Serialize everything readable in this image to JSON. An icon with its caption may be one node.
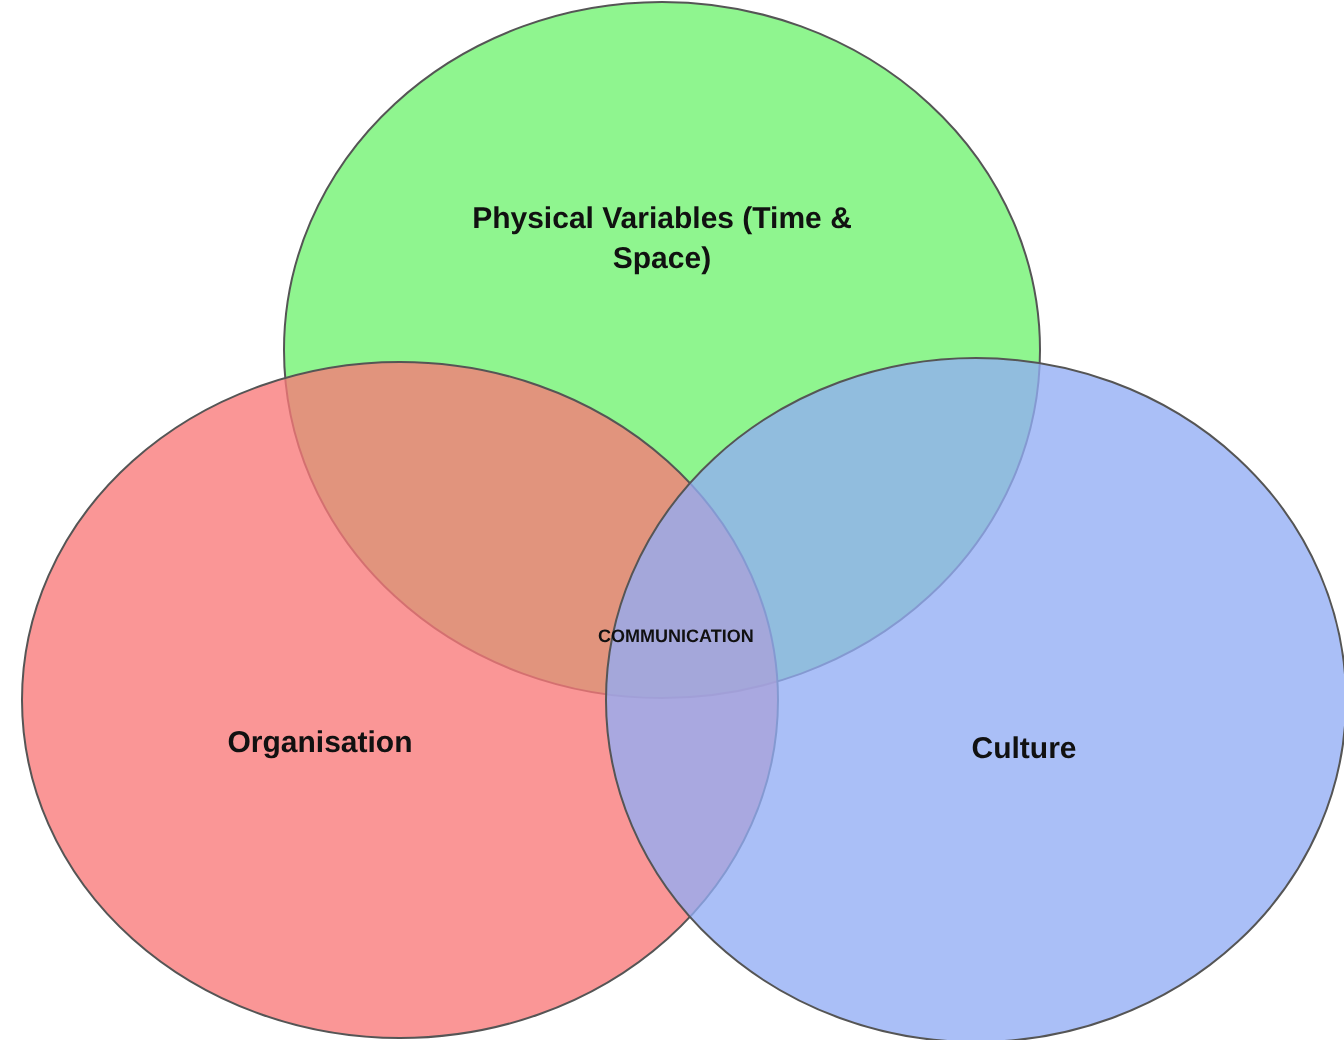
{
  "diagram": {
    "nodes": [
      {
        "text": [
          "Physical Variables (Time & Space)"
        ]
      },
      {
        "text": [
          "Organisation"
        ]
      },
      {
        "text": [
          "Culture"
        ]
      }
    ],
    "labels": [
      "COMMUNICATION"
    ]
  }
}
